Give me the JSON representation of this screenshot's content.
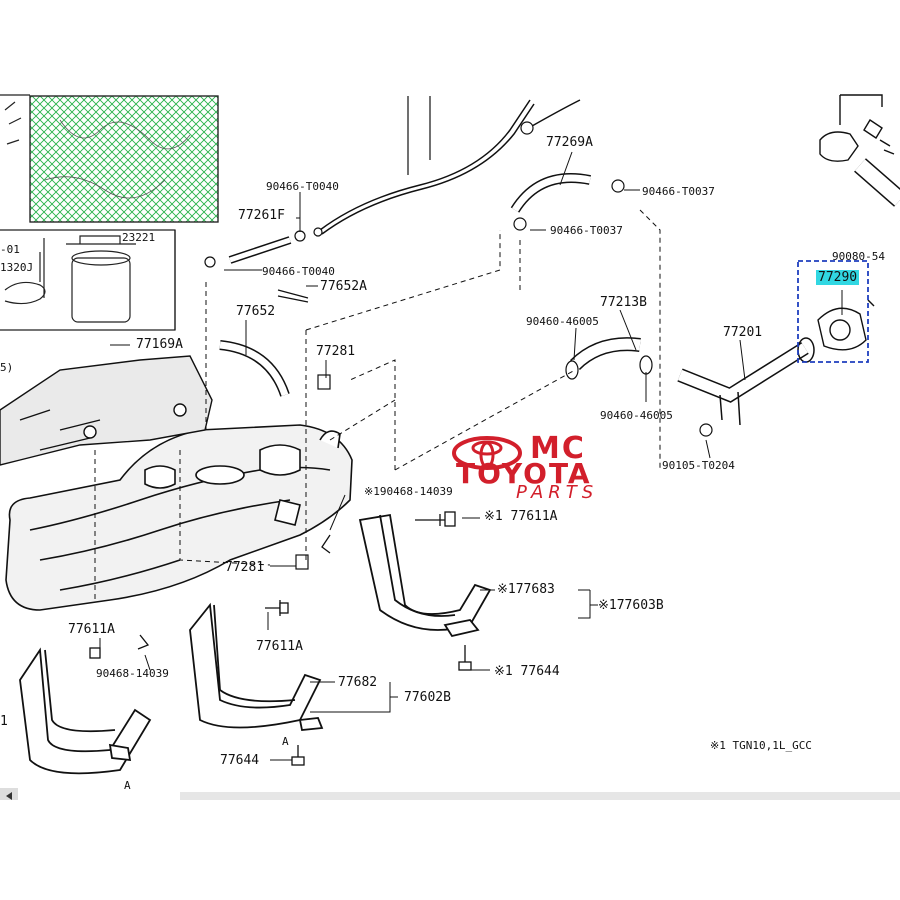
{
  "labels": {
    "p90466_t0040_top": "90466-T0040",
    "p77261f": "77261F",
    "p90466_t0040_mid": "90466-T0040",
    "p77652a": "77652A",
    "p77652": "77652",
    "p77281_top": "77281",
    "p77169a": "77169A",
    "p77269a": "77269A",
    "p90466_t0037_a": "90466-T0037",
    "p90466_t0037_b": "90466-T0037",
    "p77213b": "77213B",
    "p90460_46005_a": "90460-46005",
    "p90460_46005_b": "90460-46005",
    "p77201": "77201",
    "p90080_54": "90080-54",
    "p77290": "77290",
    "p90105_t0204": "90105-T0204",
    "p90468_14039_top": "※190468-14039",
    "p77611a_r": "※1 77611A",
    "p77281_bot": "77281",
    "p77683": "※177683",
    "p77603b": "※177603B",
    "p77611a_l": "77611A",
    "p77611a_m": "77611A",
    "p90468_14039_bot": "90468-14039",
    "p77644_r": "※1 77644",
    "p77682": "77682",
    "p77602b": "77602B",
    "p77644_l": "77644",
    "footnote": "※1 TGN10,1L_GCC",
    "inset_23221": "23221",
    "inset_01": "-01",
    "inset_1320j": "1320J",
    "edge_5": "5)",
    "edge_1": "1",
    "edge_a1": "A",
    "edge_a2": "A"
  },
  "watermark": {
    "line1": "MC",
    "line2": "TOYOTA",
    "line3": "PARTS",
    "color": "#d21f2b"
  },
  "colors": {
    "highlight": "#31d7e2",
    "inset_hatch": "#27b24a",
    "callout_box": "#1f3fbf"
  }
}
